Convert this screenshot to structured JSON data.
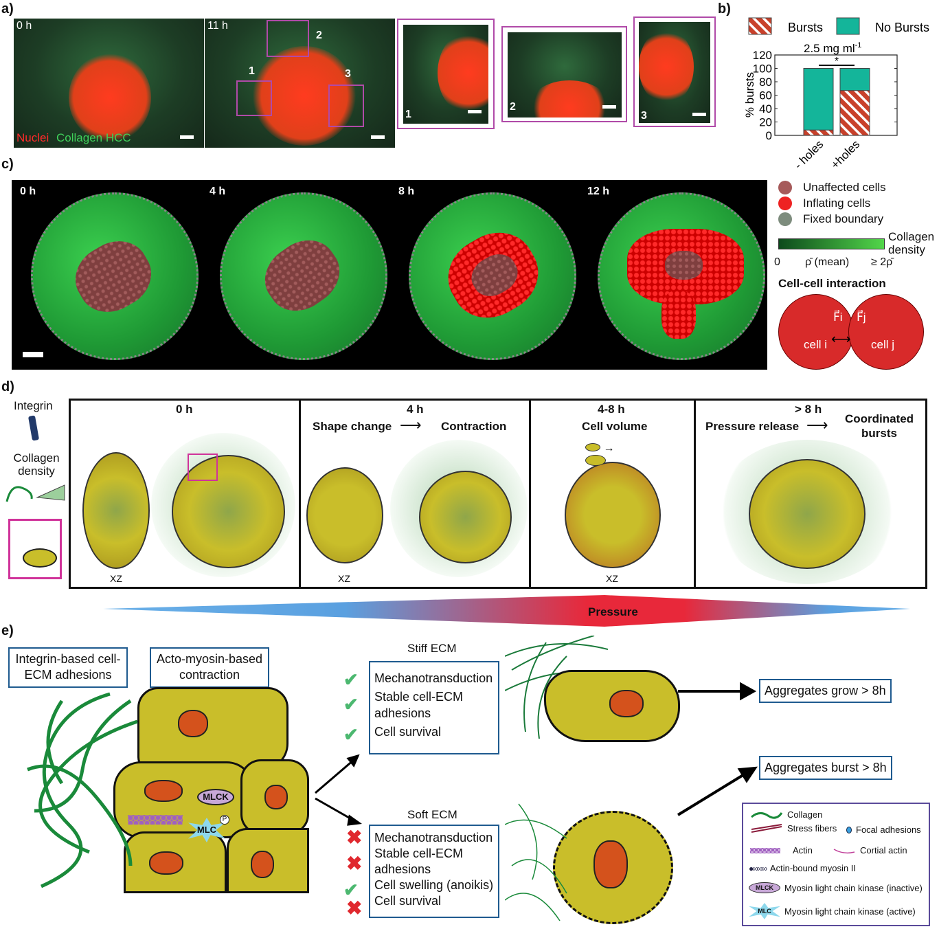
{
  "panel_labels": [
    "a)",
    "b)",
    "c)",
    "d)",
    "e)"
  ],
  "panel_a": {
    "times": [
      "0 h",
      "11 h"
    ],
    "stain_nuclei": "Nuclei",
    "stain_collagen": "Collagen HCC",
    "roi_numbers": [
      "1",
      "2",
      "3"
    ],
    "insets": [
      "1",
      "2",
      "3"
    ]
  },
  "chart_data": {
    "type": "bar",
    "stacked": true,
    "title": "2.5 mg ml-1",
    "title_main": "2.5 mg ml",
    "title_sup": "-1",
    "categories": [
      "- holes",
      "+holes"
    ],
    "series": [
      {
        "name": "Bursts",
        "values": [
          8,
          67
        ],
        "color": "#c8412b",
        "pattern": "hatched"
      },
      {
        "name": "No Bursts",
        "values": [
          92,
          33
        ],
        "color": "#14b59a"
      }
    ],
    "ylabel": "% bursts",
    "ylim": [
      0,
      120
    ],
    "yticks": [
      "0",
      "20",
      "40",
      "60",
      "80",
      "100",
      "120"
    ],
    "annotation": "*",
    "legend": "top"
  },
  "panel_c": {
    "times": [
      "0 h",
      "4 h",
      "8 h",
      "12 h"
    ],
    "legend": [
      "Unaffected cells",
      "Inflating cells",
      "Fixed boundary"
    ],
    "legend_colors": [
      "#a65a5a",
      "#ee2222",
      "#7d8c7d"
    ],
    "density_label": "Collagen density",
    "density_ticks": [
      "0",
      "ρ̄ (mean)",
      "≥ 2ρ̄"
    ],
    "interaction_title": "Cell-cell interaction",
    "cell_i": "cell i",
    "cell_j": "cell j",
    "force_i": "F⃗i",
    "force_j": "F⃗j"
  },
  "panel_d": {
    "integrin": "Integrin",
    "collagen_density": "Collagen density",
    "stages": [
      {
        "time": "0 h",
        "view": "XZ"
      },
      {
        "time": "4 h",
        "left": "Shape change",
        "right": "Contraction",
        "view": "XZ"
      },
      {
        "time": "4-8 h",
        "left": "Cell volume",
        "view": "XZ"
      },
      {
        "time": "> 8 h",
        "left": "Pressure release",
        "right": "Coordinated bursts"
      }
    ],
    "pressure": "Pressure"
  },
  "panel_e": {
    "box1": "Integrin-based cell-ECM adhesions",
    "box2": "Acto-myosin-based contraction",
    "mlck": "MLCK",
    "mlc": "MLC",
    "p": "P",
    "stiff_title": "Stiff ECM",
    "stiff_items": [
      {
        "mark": "check",
        "text": "Mechanotransduction"
      },
      {
        "mark": "check",
        "text": "Stable cell-ECM adhesions"
      },
      {
        "mark": "check",
        "text": "Cell survival"
      }
    ],
    "soft_title": "Soft ECM",
    "soft_items": [
      {
        "mark": "cross",
        "text": "Mechanotransduction"
      },
      {
        "mark": "cross",
        "text": "Stable cell-ECM adhesions"
      },
      {
        "mark": "check",
        "text": "Cell swelling (anoikis)"
      },
      {
        "mark": "cross",
        "text": "Cell survival"
      }
    ],
    "outcome_grow": "Aggregates grow > 8h",
    "outcome_burst": "Aggregates burst > 8h",
    "legend": {
      "collagen": "Collagen",
      "stress": "Stress fibers",
      "focal": "Focal adhesions",
      "actin": "Actin",
      "cortical": "Cortial actin",
      "myosin": "Actin-bound myosin II",
      "mlck_inactive": "Myosin light chain kinase (inactive)",
      "mlck_active": "Myosin light chain kinase (active)",
      "mlck_tag": "MLCK",
      "mlc_tag": "MLC"
    }
  }
}
